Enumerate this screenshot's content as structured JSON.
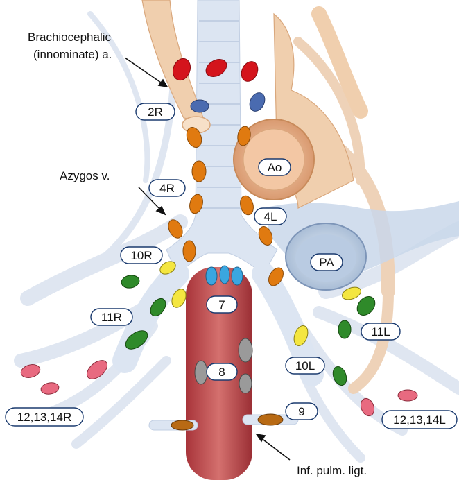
{
  "labels": {
    "brachiocephalic": "Brachiocephalic",
    "innominate": "(innominate) a.",
    "azygos": "Azygos v.",
    "inf_pulm": "Inf. pulm. ligt.",
    "ao": "Ao",
    "pa": "PA"
  },
  "stations": {
    "s2R": "2R",
    "s4R": "4R",
    "s4L": "4L",
    "s10R": "10R",
    "s11R": "11R",
    "s7": "7",
    "s8": "8",
    "s9": "9",
    "s10L": "10L",
    "s11L": "11L",
    "s12R": "12,13,14R",
    "s12L": "12,13,14L"
  },
  "colors": {
    "red": "#d4141c",
    "blue": "#4a6bb0",
    "orange": "#e07a10",
    "yellow": "#f4e640",
    "green": "#2f8a2a",
    "cyan": "#3aa6e0",
    "gray": "#9a9a9a",
    "pink": "#e86a80",
    "brown": "#b86a14"
  }
}
